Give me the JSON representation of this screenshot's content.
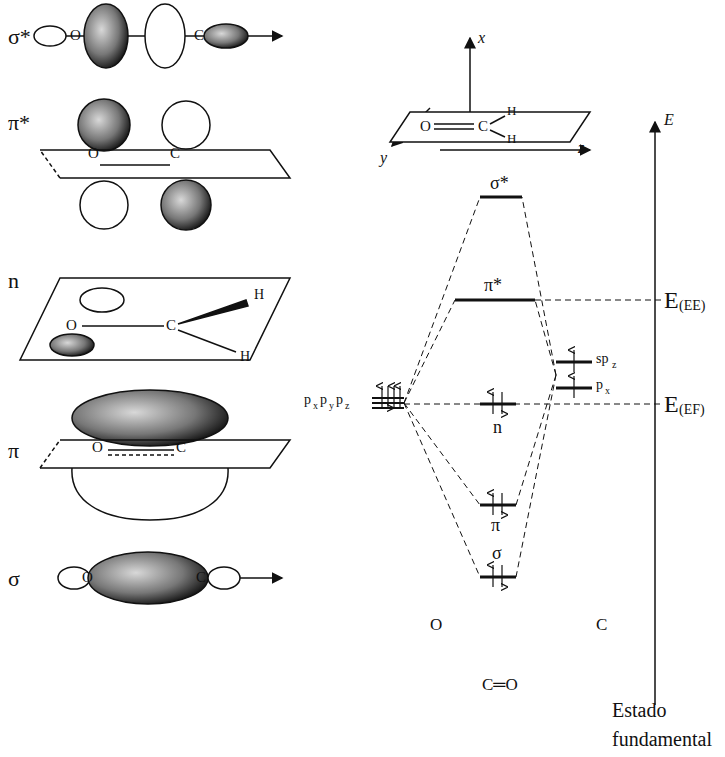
{
  "diagram": {
    "caption": "Estado fundamental",
    "labels": [
      "σ*",
      "O",
      "C",
      "π*",
      "O",
      "C",
      "n",
      "O",
      "C",
      "H",
      "H",
      "π",
      "O",
      "C",
      "σ",
      "O",
      "C",
      "x",
      "y",
      "z",
      "O",
      "C",
      "H",
      "H",
      "σ*",
      "π*",
      "sp",
      "z",
      "p",
      "x",
      "p",
      "x",
      "p",
      "y",
      "p",
      "z",
      "n",
      "π",
      "σ",
      "O",
      "C",
      "C═O",
      "E",
      "E",
      "(EE)",
      "E",
      "(EF)"
    ]
  }
}
